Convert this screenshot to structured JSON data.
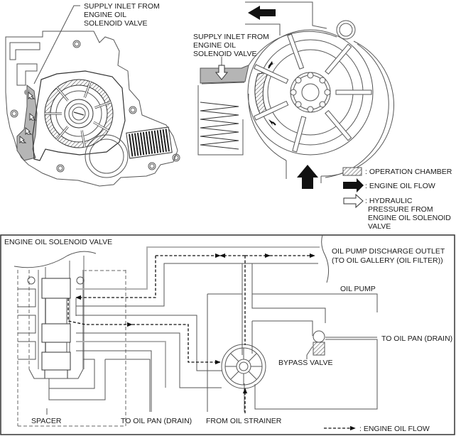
{
  "top_left": {
    "callout": [
      "SUPPLY INLET FROM",
      "ENGINE OIL",
      "SOLENOID VALVE"
    ]
  },
  "top_right": {
    "callout": [
      "SUPPLY INLET FROM",
      "ENGINE OIL",
      "SOLENOID VALVE"
    ]
  },
  "legend": {
    "operation_chamber": ": OPERATION CHAMBER",
    "engine_oil_flow": ": ENGINE OIL FLOW",
    "hydraulic": [
      ": HYDRAULIC",
      "PRESSURE FROM",
      "ENGINE OIL SOLENOID",
      "VALVE"
    ]
  },
  "schematic": {
    "solenoid_title": "ENGINE OIL SOLENOID VALVE",
    "discharge": [
      "OIL PUMP DISCHARGE OUTLET",
      "(TO OIL GALLERY (OIL FILTER))"
    ],
    "oil_pump": "OIL PUMP",
    "drain_right": "TO OIL PAN (DRAIN)",
    "bypass_valve": "BYPASS VALVE",
    "spacer": "SPACER",
    "drain_bottom": "TO OIL PAN (DRAIN)",
    "strainer": "FROM OIL STRAINER",
    "flow_legend": ": ENGINE OIL FLOW"
  },
  "colors": {
    "line": "#555555",
    "gray_fill": "#b5b5b5",
    "flow": "#111111"
  }
}
